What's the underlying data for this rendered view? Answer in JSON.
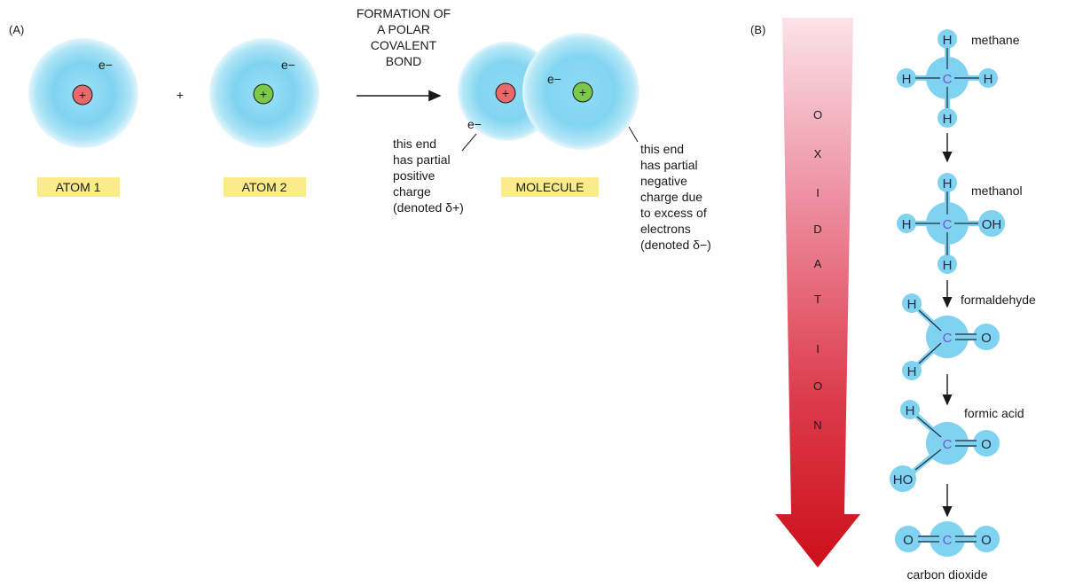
{
  "panel_a": {
    "tag": "(A)",
    "atom1": {
      "electron": "e−",
      "nucleus": "+",
      "label": "ATOM 1"
    },
    "plus_sign": "+",
    "atom2": {
      "electron": "e−",
      "nucleus": "+",
      "label": "ATOM 2"
    },
    "arrow_caption": [
      "FORMATION OF",
      "A POLAR",
      "COVALENT",
      "BOND"
    ],
    "molecule": {
      "electron_left": "e−",
      "electron_right": "e−",
      "nucleus_left": "+",
      "nucleus_right": "+",
      "label": "MOLECULE"
    },
    "positive_end_note": [
      "this end",
      "has  partial",
      "positive",
      "charge",
      "(denoted δ+)"
    ],
    "negative_end_note": [
      "this end",
      "has  partial",
      "negative",
      "charge due",
      "to excess of",
      "electrons",
      "(denoted δ−)"
    ]
  },
  "panel_b": {
    "tag": "(B)",
    "oxidation_letters": [
      "O",
      "X",
      "I",
      "D",
      "A",
      "T",
      "I",
      "O",
      "N"
    ],
    "molecules": [
      {
        "name": "methane",
        "atoms": [
          "H",
          "H",
          "C",
          "H",
          "H"
        ]
      },
      {
        "name": "methanol",
        "atoms": [
          "H",
          "H",
          "C",
          "OH",
          "H"
        ]
      },
      {
        "name": "formaldehyde",
        "atoms": [
          "H",
          "C",
          "O",
          "H"
        ]
      },
      {
        "name": "formic acid",
        "atoms": [
          "H",
          "C",
          "O",
          "HO"
        ]
      },
      {
        "name": "carbon dioxide",
        "atoms": [
          "O",
          "C",
          "O"
        ]
      }
    ]
  },
  "colors": {
    "electron_cloud": "#7fd3f0",
    "nucleus_red": "#e8696a",
    "nucleus_green": "#7cc84a",
    "label_highlight": "#fbeb8a",
    "arrow_top": "#f9dce4",
    "arrow_bottom": "#d0101c"
  }
}
